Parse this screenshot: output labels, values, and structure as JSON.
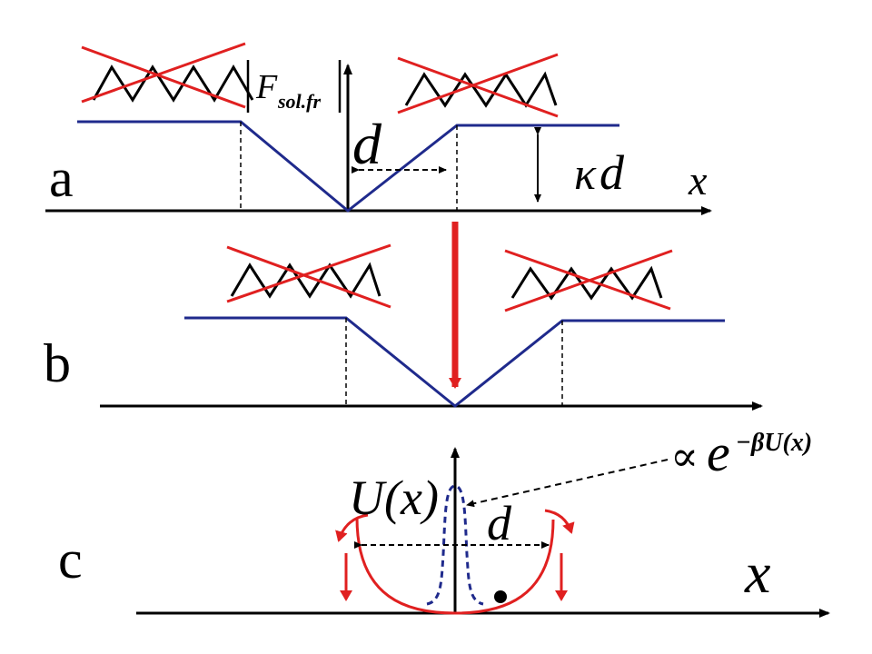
{
  "panel_a": {
    "label": "a",
    "axis_label": "x",
    "y_axis_label_F": "F",
    "y_axis_label_sub": "sol.fr",
    "width_label": "d",
    "height_label_kappa": "κ",
    "height_label_d": "d"
  },
  "panel_b": {
    "label": "b"
  },
  "panel_c": {
    "label": "c",
    "axis_label": "x",
    "potential_label": "U(x)",
    "width_label": "d",
    "density_prop": "∝",
    "density_base": "e",
    "density_exponent": "−βU(x)"
  },
  "colors": {
    "profile": "#1f2a8c",
    "cross": "#e02020",
    "arrow": "#e02020",
    "axis": "#000000",
    "density": "#1f2a8c"
  }
}
